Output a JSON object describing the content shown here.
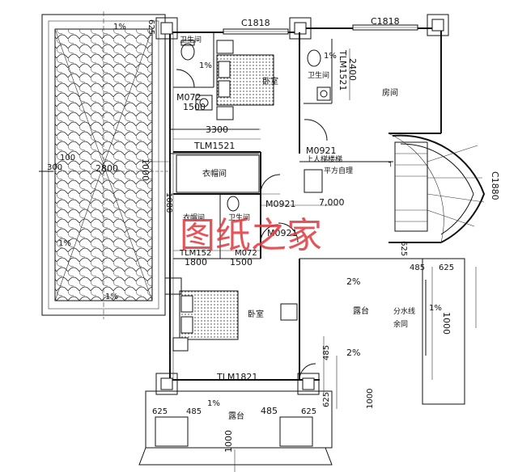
{
  "window_labels": {
    "top_left": "C1818",
    "top_right": "C1818",
    "round_right": "C1880"
  },
  "rooms": {
    "bathroom_top": "卫生间",
    "bedroom_top": "卧室",
    "bathroom_right": "卫生间",
    "room_right": "房间",
    "closet": "衣帽间",
    "closet_small": "衣帽间",
    "bathroom_mid": "卫生间",
    "bedroom_bottom": "卧室",
    "terrace_right": "露台",
    "terrace_bottom": "露台"
  },
  "door_labels": {
    "m072": "M072",
    "tlm1521_top": "TLM1521",
    "tlm1521_mid": "TLM1521",
    "m0921_a": "M0921",
    "m0921_b": "M0921",
    "m0921_c": "M0921",
    "tlm152_small": "TLM152",
    "m072_b": "M072",
    "tlm1821": "TLM1821"
  },
  "dimensions": {
    "d1500_a": "1500",
    "d2400": "2400",
    "d3300": "3300",
    "d1000_left": "1000",
    "d2800": "2800",
    "d100": "100",
    "d300": "300",
    "d7000": "7,000",
    "d1800": "1800",
    "d1500_b": "1500",
    "d625_top": "625",
    "d625_r1": "625",
    "d485_r": "485",
    "d625_r2": "625",
    "d1000_r": "1000",
    "d485_b1": "485",
    "d625_b1": "625",
    "d1000_b1": "1000",
    "d625_bl": "625",
    "d485_bl": "485",
    "d485_bc": "485",
    "d625_br": "625",
    "d1000_bottom": "1000",
    "d1080": "1080"
  },
  "slopes": {
    "s_top_left": "1%",
    "s_left_mid": "1%",
    "s_left_bottom": "1%",
    "s_bath1": "1%",
    "s_bath2": "1%",
    "s_terrace1": "2%",
    "s_terrace2": "2%",
    "s_terrace_r": "1%",
    "s_bottom": "1%"
  },
  "notes": {
    "stairs_up": "上人梯楼梯",
    "stairs_flat": "平方自理",
    "drain_line": "分水线",
    "rain_pipe": "余同"
  },
  "watermark": "图纸之家"
}
